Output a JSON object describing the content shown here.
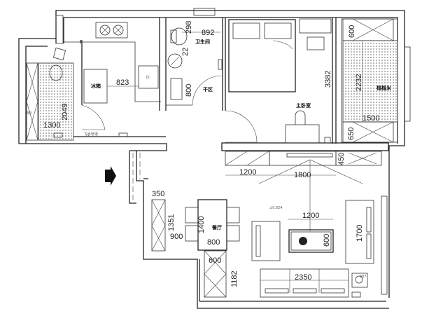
{
  "rooms": {
    "fridge": "冰箱",
    "bathroom": "卫生间",
    "dry_area": "干区",
    "master_bedroom": "主卧室",
    "tatami": "榻榻米",
    "dining": "餐厅",
    "balcony_note": "3阳",
    "drain_pipe": "下水管道"
  },
  "dimensions": {
    "bath_top": "892",
    "bath_side_a": "298",
    "bath_side_b": "22",
    "bath_vanity": "800",
    "kitchen_width": "823",
    "balcony_depth": "2049",
    "balcony_width": "1300",
    "bedroom_depth": "3382",
    "tatami_top": "600",
    "tatami_length": "2232",
    "tatami_width": "1500",
    "tatami_bottom": "650",
    "cabinet_left": "1200",
    "tv_cabinet": "1800",
    "cabinet_right": "450",
    "shelf_width": "350",
    "shelf_length": "1351",
    "dining_gap": "900",
    "table_length": "1400",
    "table_width": "800",
    "coffee_table_length": "1200",
    "coffee_table_width": "600",
    "side_sofa": "1700",
    "cabinet2_width": "600",
    "cabinet2_length": "1182",
    "sofa_length": "2350",
    "corner": "687",
    "level": "±0.024"
  }
}
